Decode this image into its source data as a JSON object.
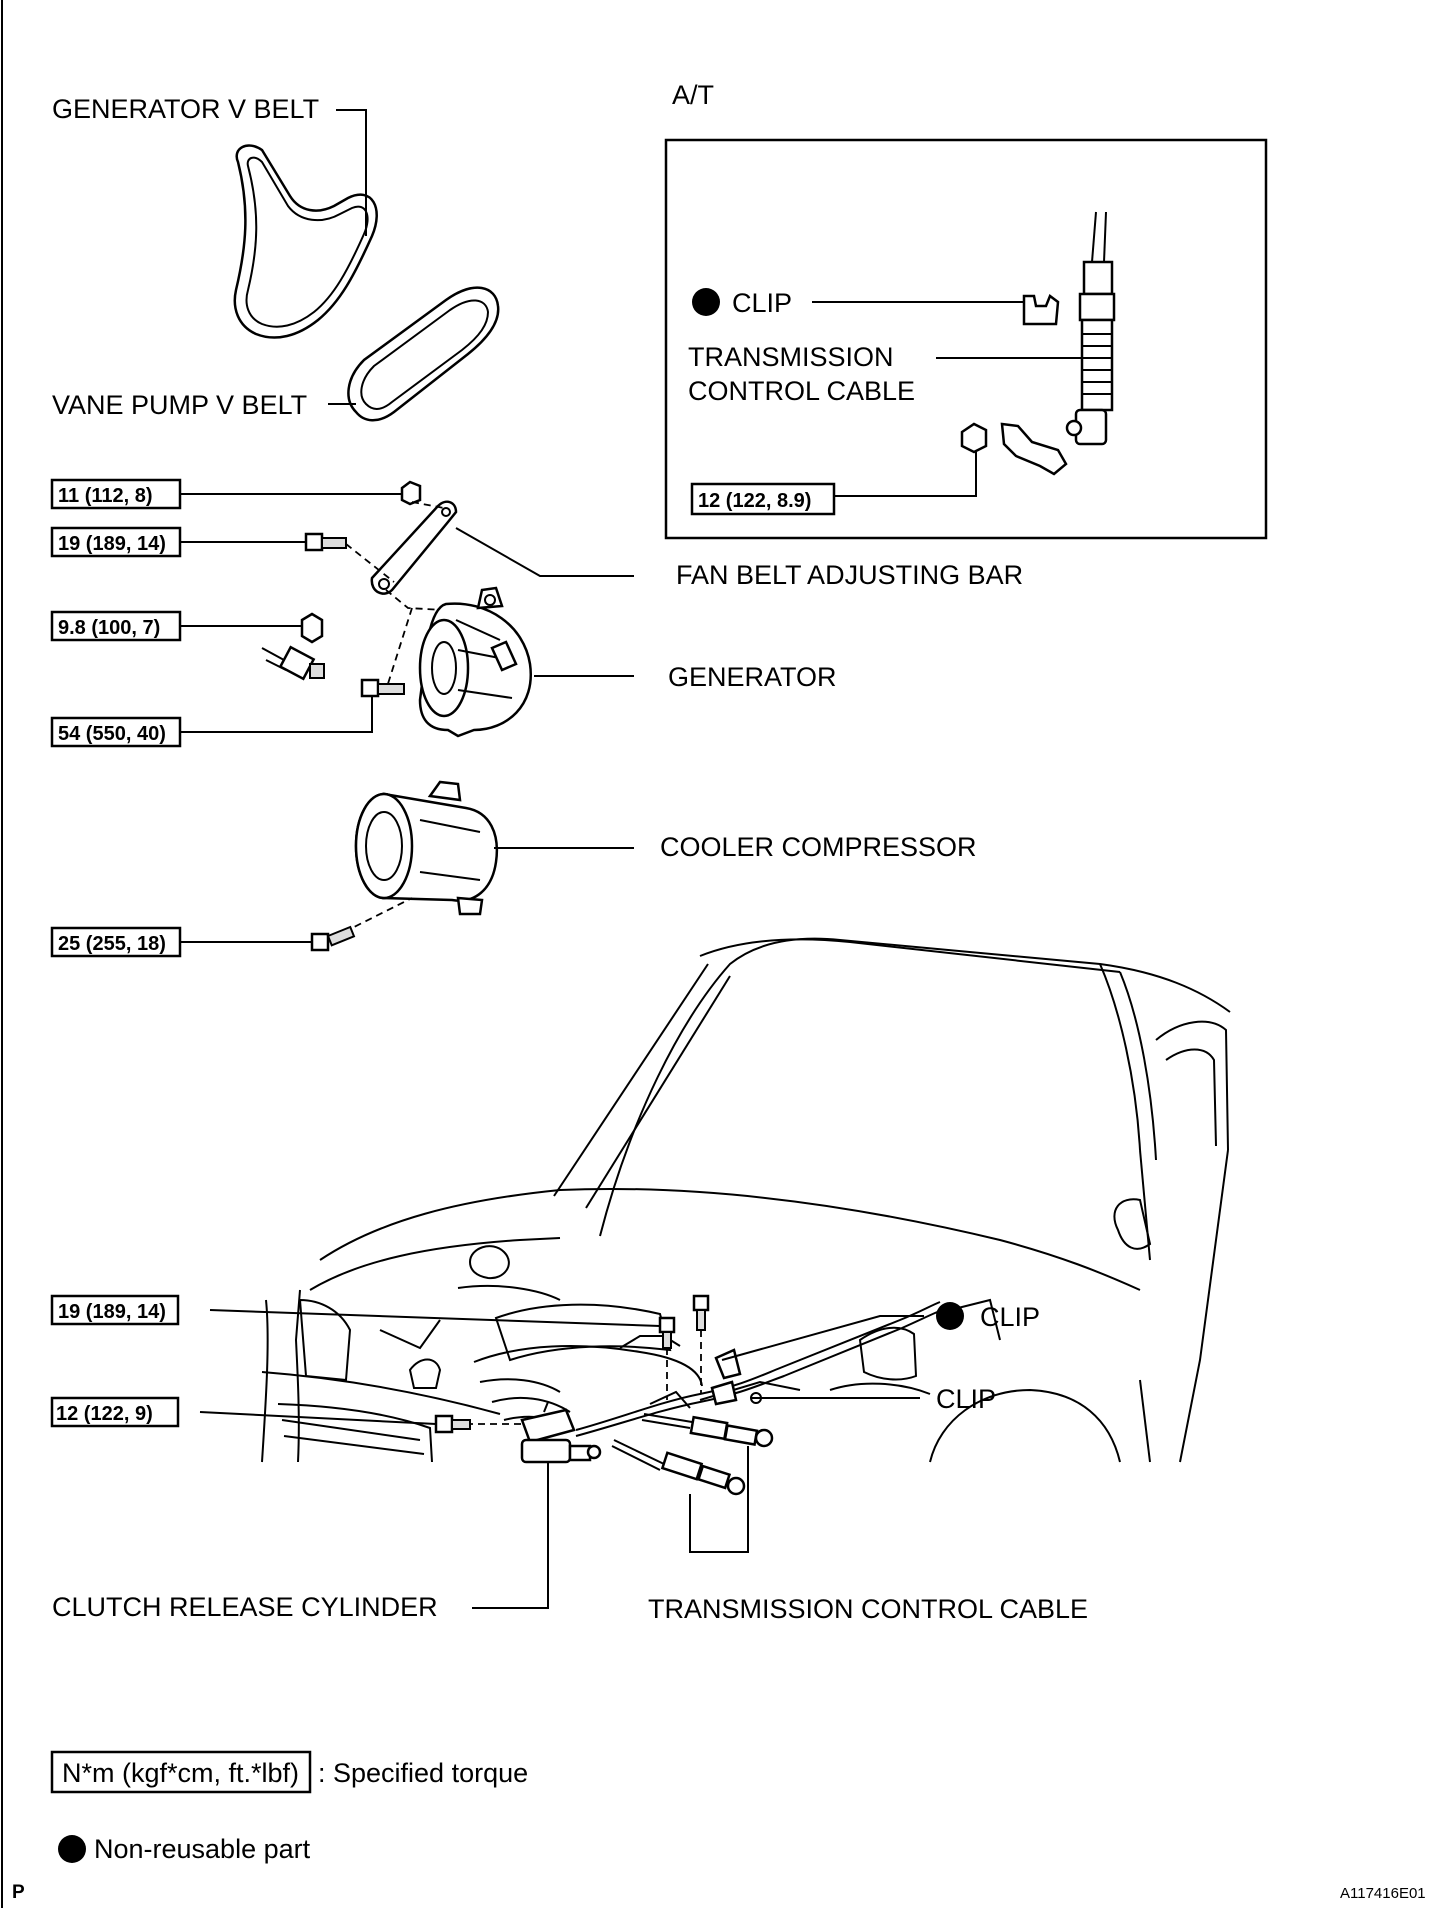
{
  "labels": {
    "generator_v_belt": "GENERATOR V BELT",
    "vane_pump_v_belt": "VANE PUMP V BELT",
    "at": "A/T",
    "clip_at": "CLIP",
    "transmission_control_cable_at_1": "TRANSMISSION",
    "transmission_control_cable_at_2": "CONTROL CABLE",
    "fan_belt_adjusting_bar": "FAN BELT ADJUSTING BAR",
    "generator": "GENERATOR",
    "cooler_compressor": "COOLER COMPRESSOR",
    "clip_nonreusable": "CLIP",
    "clip": "CLIP",
    "clutch_release_cylinder": "CLUTCH RELEASE CYLINDER",
    "transmission_control_cable": "TRANSMISSION CONTROL CABLE"
  },
  "torques": {
    "t_11": "11 (112, 8)",
    "t_19_top": "19 (189, 14)",
    "t_9_8": "9.8 (100, 7)",
    "t_54": "54 (550, 40)",
    "t_25": "25 (255, 18)",
    "t_12_at": "12 (122, 8.9)",
    "t_19_bottom": "19 (189, 14)",
    "t_12_bottom": "12 (122, 9)"
  },
  "legend": {
    "torque_units": "N*m (kgf*cm, ft.*lbf)",
    "torque_desc": ": Specified torque",
    "nonreusable": "Non-reusable part"
  },
  "footer": {
    "page_letter": "P",
    "figure_code": "A117416E01"
  }
}
